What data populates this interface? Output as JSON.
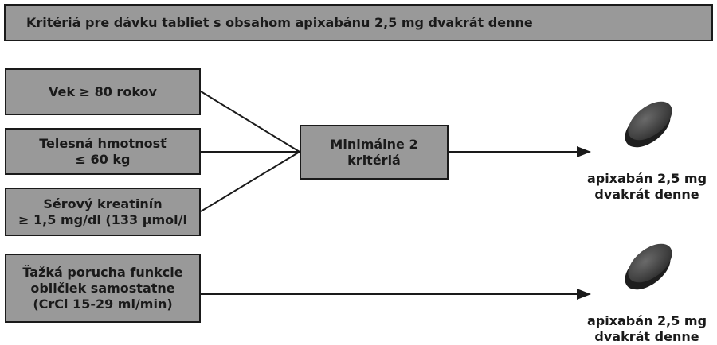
{
  "header": {
    "title": "Kritériá pre dávku tabliet s obsahom apixabánu 2,5 mg dvakrát denne"
  },
  "criteria": [
    {
      "text": "Vek ≥ 80 rokov"
    },
    {
      "text": "Telesná hmotnosť\n≤ 60 kg"
    },
    {
      "text": "Sérový kreatinín\n≥ 1,5 mg/dl (133 µmol/l"
    }
  ],
  "combined": {
    "text": "Minimálne 2\nkritériá"
  },
  "standalone": {
    "text": "Ťažká porucha funkcie\nobličiek samostatne\n(CrCl 15-29 ml/min)"
  },
  "outcomes": [
    {
      "label": "apixabán 2,5 mg\ndvakrát denne",
      "icon": "tablet-icon"
    },
    {
      "label": "apixabán 2,5 mg\ndvakrát denne",
      "icon": "tablet-icon"
    }
  ],
  "colors": {
    "box_fill": "#999999",
    "border": "#1a1a1a",
    "tablet_dark": "#3a3a3a",
    "tablet_light": "#8a8a8a"
  }
}
